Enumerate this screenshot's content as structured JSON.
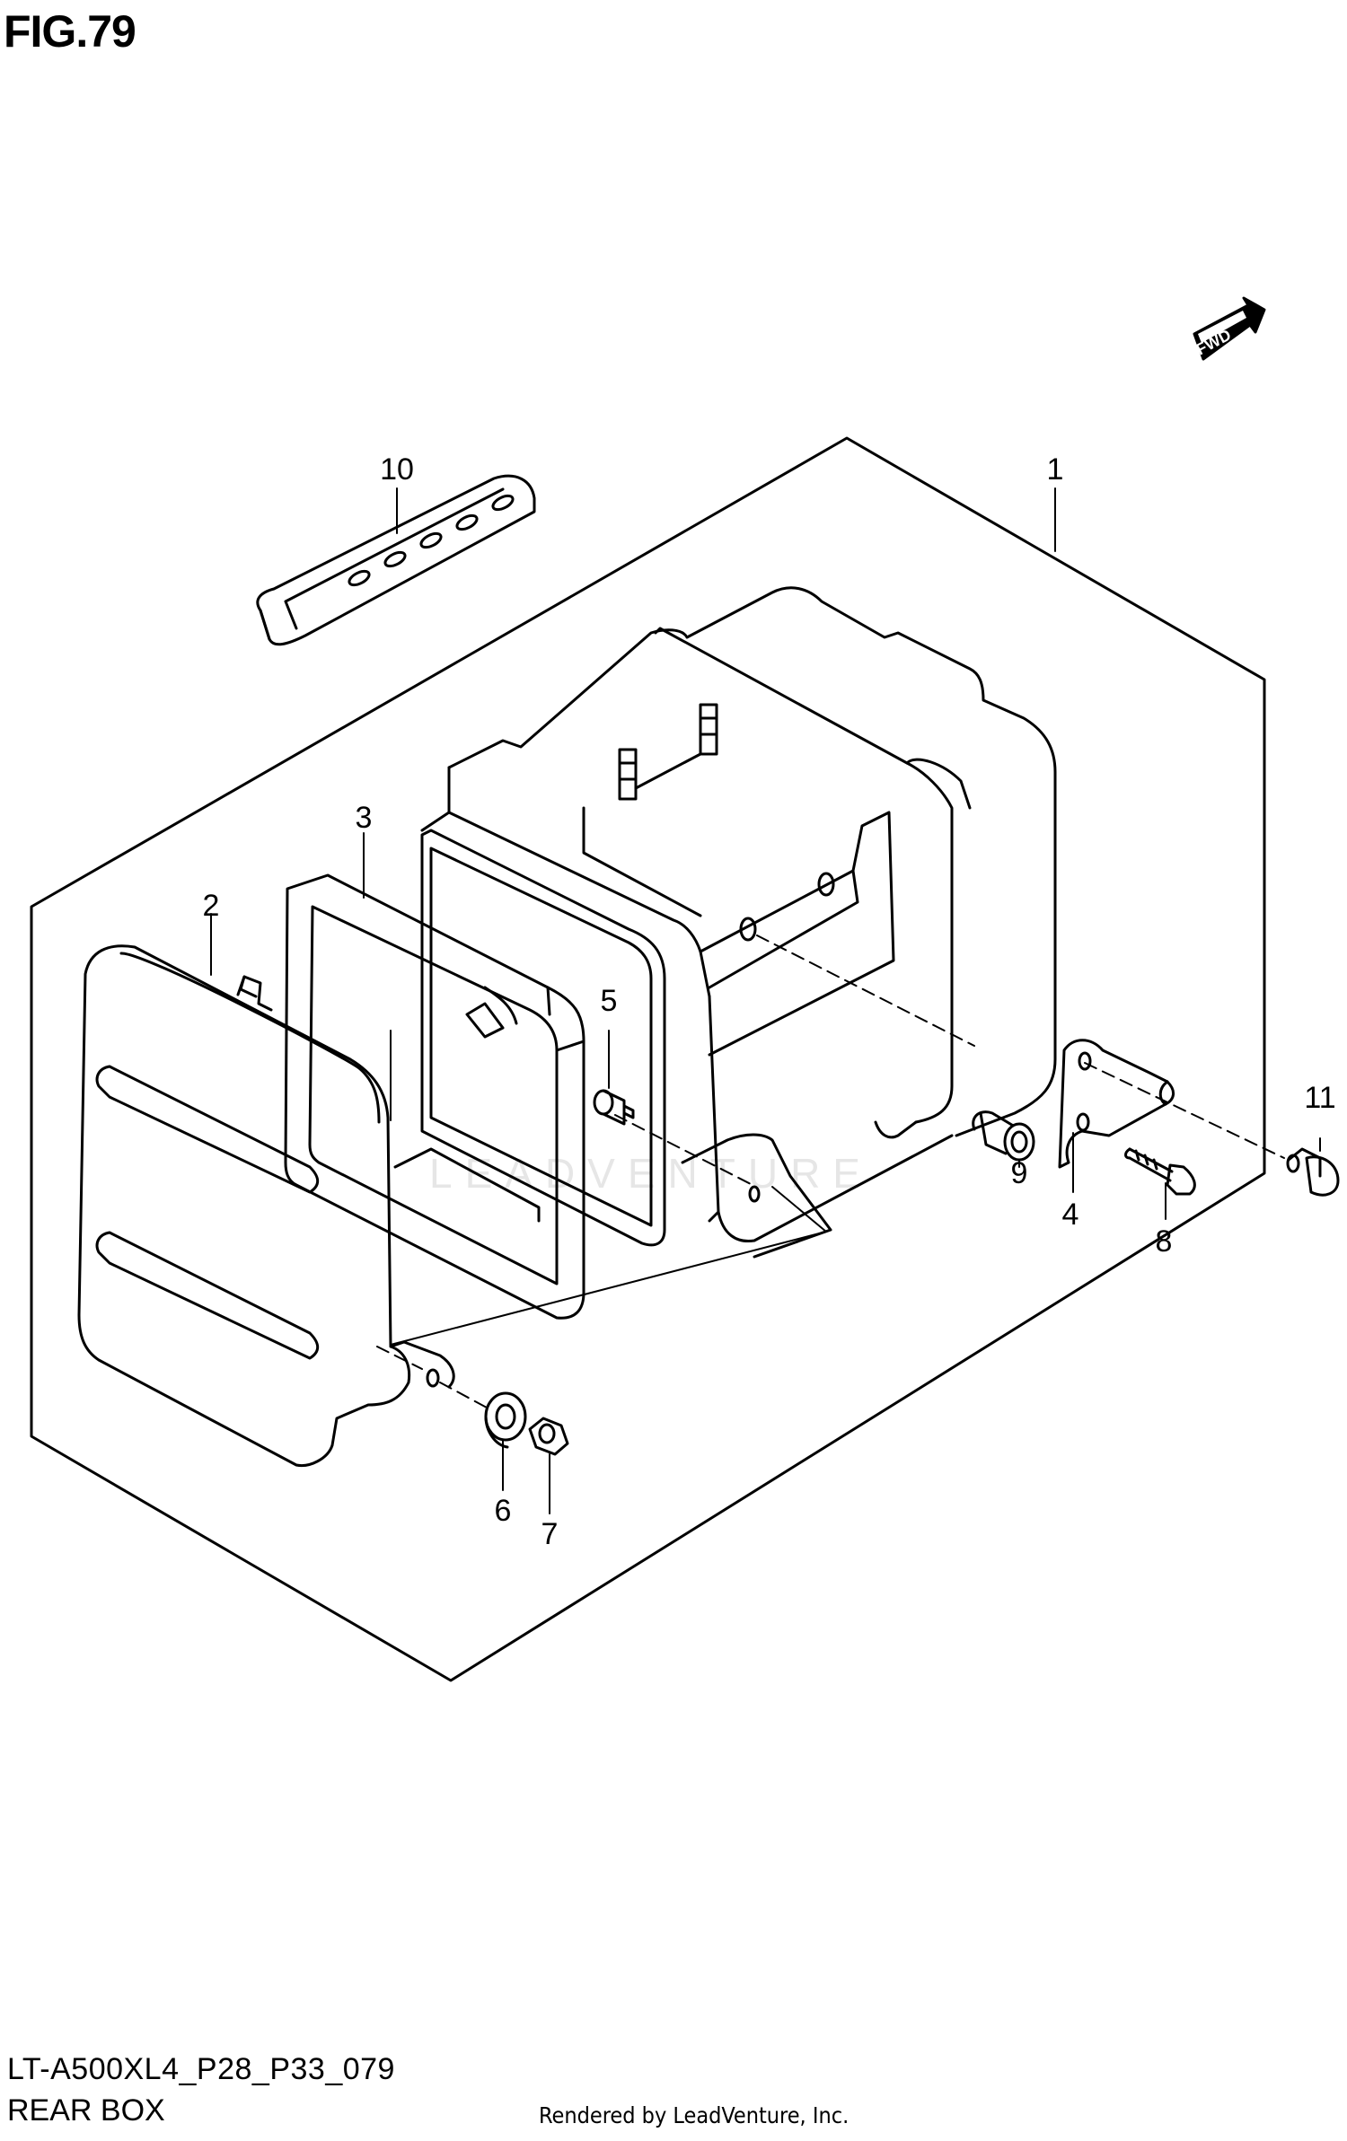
{
  "figure_title": "FIG.79",
  "fwd_label": "FWD",
  "watermark_text": "LEADVENTURE",
  "callouts": {
    "c1": "1",
    "c2": "2",
    "c3": "3",
    "c4": "4",
    "c5": "5",
    "c6": "6",
    "c7": "7",
    "c8": "8",
    "c9": "9",
    "c10": "10",
    "c11": "11"
  },
  "footer": {
    "model_code": "LT-A500XL4_P28_P33_079",
    "section_name": "REAR BOX",
    "rendered_by": "Rendered by LeadVenture, Inc."
  }
}
